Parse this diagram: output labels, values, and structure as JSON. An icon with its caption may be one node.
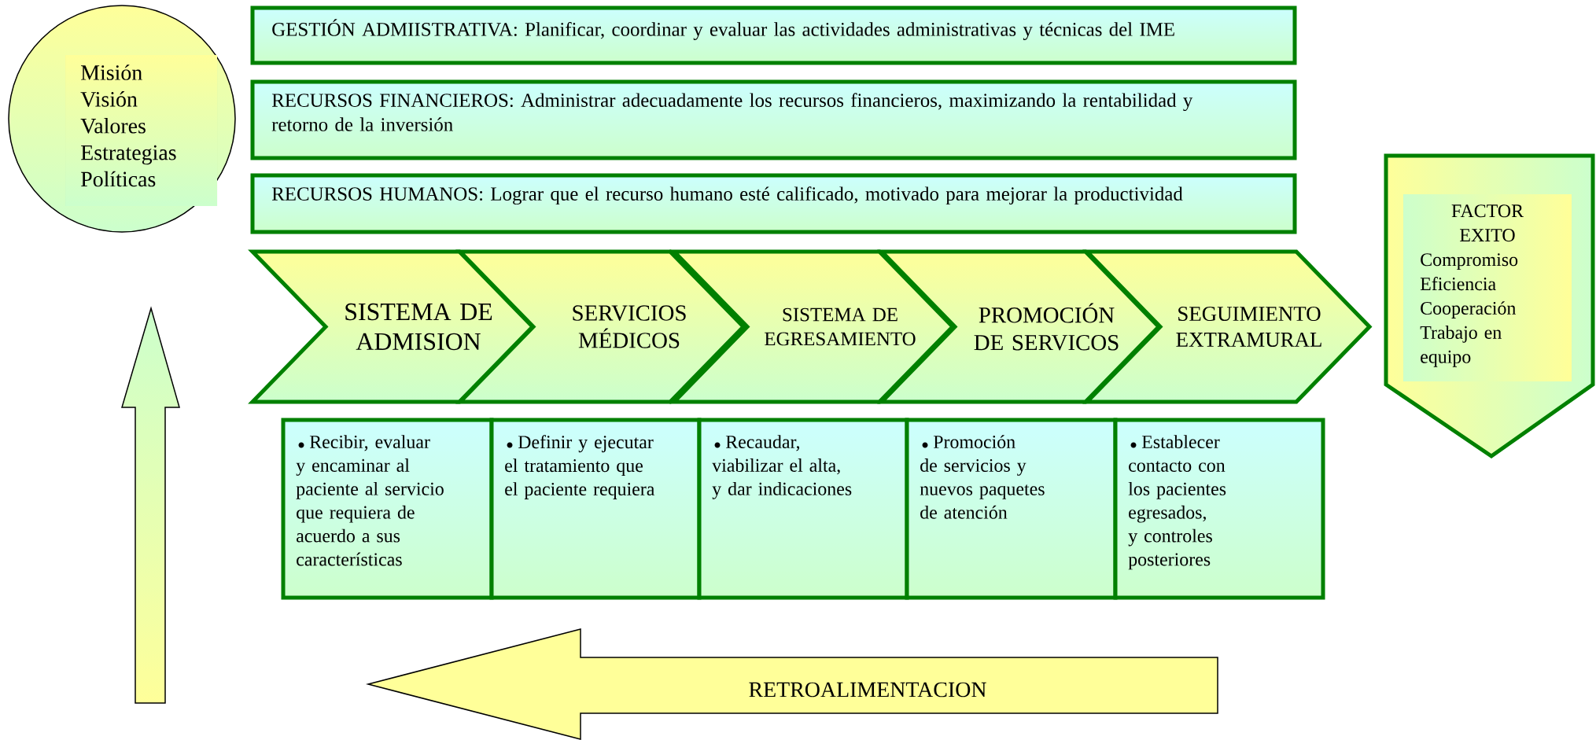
{
  "diagram": {
    "nodes": [
      {
        "text": [
          "Misión",
          "Visión",
          "Valores",
          "Estrategias",
          "Políticas"
        ]
      },
      {
        "text": [
          "GESTIÓN ADMIISTRATIVA: Planificar, coordinar y evaluar las actividades administrativas y técnicas del IME"
        ]
      },
      {
        "text": [
          "RECURSOS FINANCIEROS: Administrar adecuadamente los recursos financieros, maximizando la rentabilidad y retorno de la inversión"
        ]
      },
      {
        "text": [
          "RECURSOS HUMANOS: Lograr que el recurso humano esté calificado, motivado para mejorar la productividad"
        ]
      },
      {
        "text": [
          "SISTEMA DE ADMISION"
        ]
      },
      {
        "text": [
          "SERVICIOS MÉDICOS"
        ]
      },
      {
        "text": [
          "SISTEMA DE EGRESAMIENTO"
        ]
      },
      {
        "text": [
          "PROMOCIÓN DE SERVICOS"
        ]
      },
      {
        "text": [
          "SEGUIMIENTO EXTRAMURAL"
        ]
      },
      {
        "text": [
          "Recibir, evaluar y encaminar al paciente al servicio que requiera de acuerdo a sus características"
        ]
      },
      {
        "text": [
          "Definir y ejecutar el tratamiento que el paciente requiera"
        ]
      },
      {
        "text": [
          "Recaudar, viabilizar el alta, y dar indicaciones"
        ]
      },
      {
        "text": [
          "Promoción de servicios y nuevos paquetes de atención"
        ]
      },
      {
        "text": [
          "Establecer contacto con los pacientes egresados, y controles posteriores"
        ]
      },
      {
        "text": [
          "FACTOR EXITO",
          "Compromiso",
          "Eficiencia",
          "Cooperación",
          "Trabajo en equipo"
        ]
      },
      {
        "text": [
          "RETROALIMENTACION"
        ]
      }
    ]
  }
}
